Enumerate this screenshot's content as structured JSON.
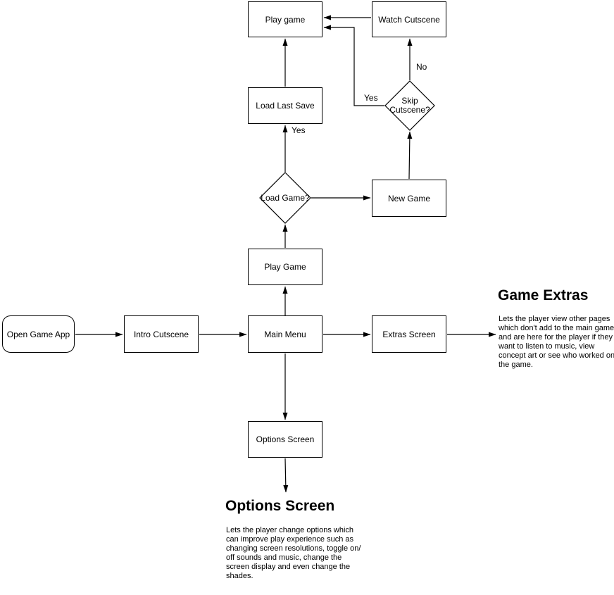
{
  "diagram": {
    "nodes": {
      "open_game_app": {
        "label": "Open Game App",
        "shape": "rounded-rectangle"
      },
      "intro_cutscene": {
        "label": "Intro Cutscene",
        "shape": "rectangle"
      },
      "main_menu": {
        "label": "Main Menu",
        "shape": "rectangle"
      },
      "play_game_mid": {
        "label": "Play Game",
        "shape": "rectangle"
      },
      "load_game_decision": {
        "label": "Load Game?",
        "shape": "diamond"
      },
      "load_last_save": {
        "label": "Load Last Save",
        "shape": "rectangle"
      },
      "play_game_top": {
        "label": "Play game",
        "shape": "rectangle"
      },
      "new_game": {
        "label": "New Game",
        "shape": "rectangle"
      },
      "skip_cutscene_decision": {
        "label": "Skip Cutscene?",
        "shape": "diamond"
      },
      "watch_cutscene": {
        "label": "Watch Cutscene",
        "shape": "rectangle"
      },
      "extras_screen": {
        "label": "Extras Screen",
        "shape": "rectangle"
      },
      "options_screen": {
        "label": "Options Screen",
        "shape": "rectangle"
      }
    },
    "edge_labels": {
      "load_game_yes": "Yes",
      "skip_cutscene_yes": "Yes",
      "skip_cutscene_no": "No"
    },
    "annotations": {
      "game_extras": {
        "title": "Game Extras",
        "description": "Lets the player view other pages which don't add to the main game and are here for the player if they want to listen to music, view concept art or see who worked on the game."
      },
      "options_screen": {
        "title": "Options Screen",
        "description": "Lets the player change options which can improve play experience such as changing screen resolutions, toggle on/ off sounds and music, change the screen display and even change the shades."
      }
    },
    "colors": {
      "background": "#ffffff",
      "line": "#000000",
      "box_border": "#000000",
      "box_fill": "#ffffff",
      "text": "#000000"
    }
  }
}
